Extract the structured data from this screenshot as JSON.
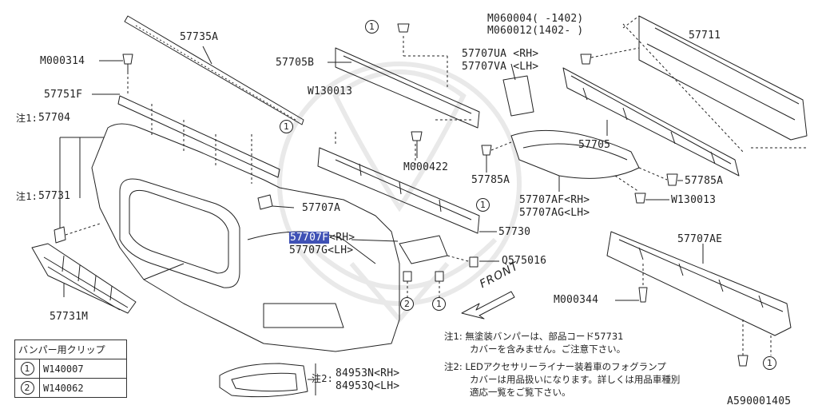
{
  "diagram": {
    "parts": {
      "p57735A": "57735A",
      "pM000314": "M000314",
      "p57751F": "57751F",
      "p57704": "57704",
      "p57731": "57731",
      "p57731M": "57731M",
      "p57705B": "57705B",
      "pW130013a": "W130013",
      "pM000422": "M000422",
      "p57785Aa": "57785A",
      "p57707A": "57707A",
      "p57730": "57730",
      "p57707F": "57707F",
      "p57707F_side": "<RH>",
      "p57707G": "57707G<LH>",
      "pQ575016": "Q575016",
      "p57707UA": "57707UA <RH>",
      "p57707VA": "57707VA <LH>",
      "pM060004": "M060004(  -1402)",
      "pM060012": "M060012(1402-  )",
      "p57711": "57711",
      "p57705": "57705",
      "p57785Ab": "57785A",
      "p57707AF": "57707AF<RH>",
      "p57707AG": "57707AG<LH>",
      "pW130013b": "W130013",
      "p57707AE": "57707AE",
      "pM000344": "M000344",
      "p84953N": "84953N<RH>",
      "p84953Q": "84953Q<LH>",
      "ref": "A590001405"
    },
    "note_markers": {
      "n1_57704": "注1:",
      "n1_57731": "注1:",
      "n2_84953": "注2:"
    },
    "callouts": {
      "one": "1",
      "two": "2"
    },
    "front_label": "FRONT",
    "notes": {
      "note1_line1": "注1: 無塗装バンパーは、部品コード57731",
      "note1_line2": "カバーを含みません。ご注意下さい。",
      "note2_line1": "注2: LEDアクセサリーライナー装着車のフォグランプ",
      "note2_line2": "カバーは用品扱いになります。詳しくは用品車種別",
      "note2_line3": "適応一覧をご覧下さい。"
    },
    "clip_table": {
      "header": "バンパー用クリップ",
      "rows": [
        {
          "mark": "1",
          "code": "W140007"
        },
        {
          "mark": "2",
          "code": "W140062"
        }
      ]
    },
    "colors": {
      "ink": "#222222",
      "highlight": "#3f51b5",
      "watermark": "#e9e9e9"
    }
  }
}
